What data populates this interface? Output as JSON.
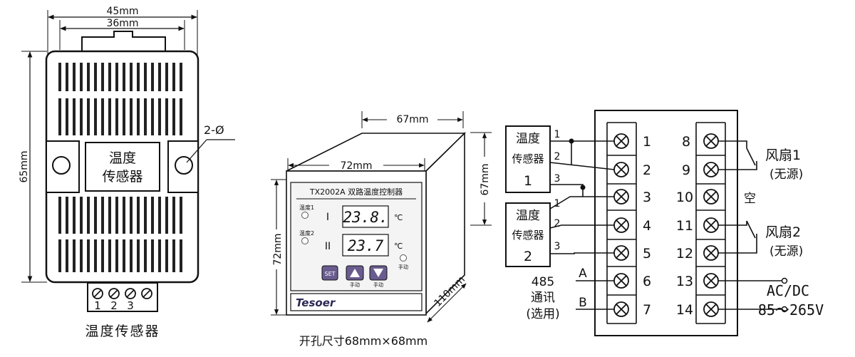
{
  "sensor_drawing": {
    "width_dim": "45mm",
    "inner_dim": "36mm",
    "height_dim": "65mm",
    "hole_callout": "2-Ø",
    "body_label_line1": "温度",
    "body_label_line2": "传感器",
    "terminal_numbers": [
      "1",
      "2",
      "3"
    ],
    "caption": "温度传感器"
  },
  "controller_drawing": {
    "depth_top_dim": "67mm",
    "depth_side_dim": "67mm",
    "length_dim": "110mm",
    "front_width_dim": "72mm",
    "front_height_dim": "72mm",
    "model_title": "TX2002A 双路温度控制器",
    "channel1_label": "温度1",
    "channel1_roman": "I",
    "channel1_value": "23.8.",
    "channel2_label": "温度2",
    "channel2_roman": "II",
    "channel2_value": "23.7",
    "unit": "℃",
    "manual_indicator_label": "手动",
    "set_key": "SET",
    "up_key_label": "手动",
    "down_key_label": "手动",
    "brand": "Tesoer",
    "cutout_caption": "开孔尺寸68mm×68mm"
  },
  "wiring_diagram": {
    "sensor1": {
      "line1": "温度",
      "line2": "传感器",
      "index": "1",
      "pins": [
        "1",
        "2",
        "3"
      ]
    },
    "sensor2": {
      "line1": "温度",
      "line2": "传感器",
      "index": "2",
      "pins": [
        "1",
        "2",
        "3"
      ]
    },
    "left_terminals": [
      "1",
      "2",
      "3",
      "4",
      "5",
      "6",
      "7"
    ],
    "right_terminals": [
      "8",
      "9",
      "10",
      "11",
      "12",
      "13",
      "14"
    ],
    "fan1_label": "风扇1",
    "fan1_note": "(无源)",
    "empty_label": "空",
    "fan2_label": "风扇2",
    "fan2_note": "(无源)",
    "comm_a": "A",
    "comm_b": "B",
    "comm_line1": "485",
    "comm_line2": "通讯",
    "comm_line3": "(选用)",
    "power_line1": "AC/DC",
    "power_line2": "85～265V"
  }
}
